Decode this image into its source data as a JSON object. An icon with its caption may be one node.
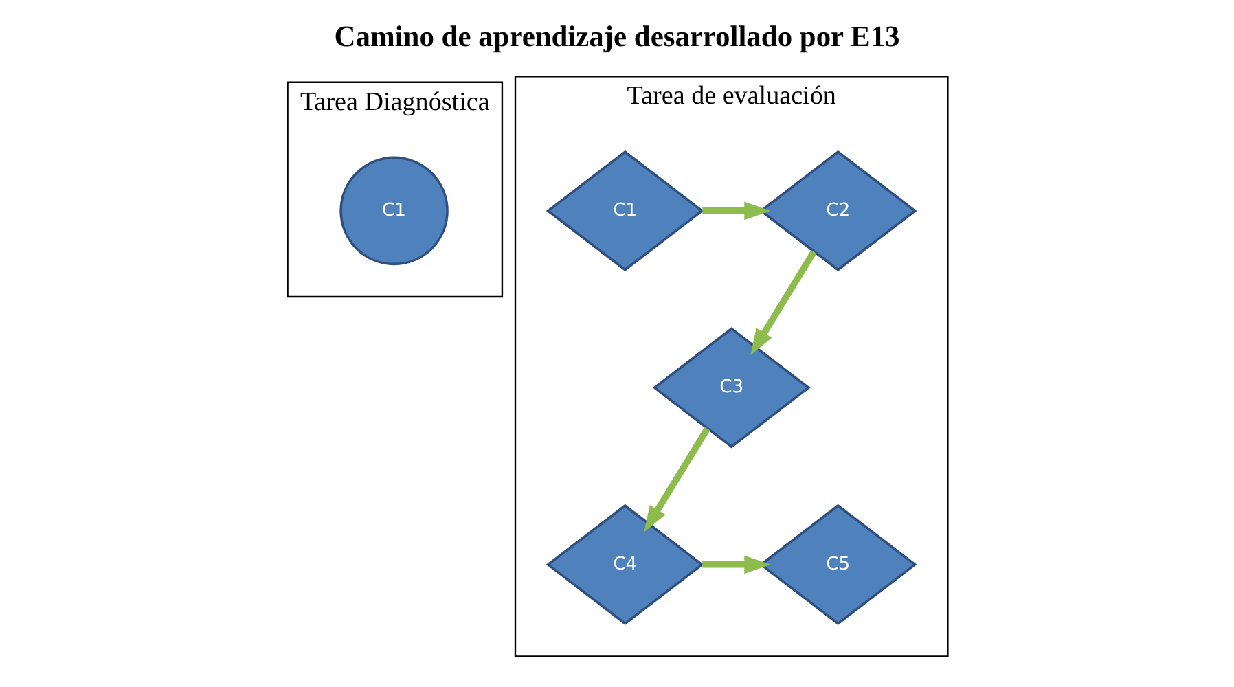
{
  "diagram": {
    "title": "Camino de aprendizaje desarrollado por E13",
    "nodes": [
      {
        "text": [
          "Tarea Diagnóstica"
        ]
      },
      {
        "text": [
          "C1"
        ],
        "in": 0
      },
      {
        "text": [
          "Tarea de evaluación"
        ]
      },
      {
        "text": [
          "C1"
        ],
        "in": 2
      },
      {
        "text": [
          "C2"
        ],
        "in": 2
      },
      {
        "text": [
          "C3"
        ],
        "in": 2
      },
      {
        "text": [
          "C4"
        ],
        "in": 2
      },
      {
        "text": [
          "C5"
        ],
        "in": 2
      }
    ],
    "edges": [
      {
        "from": 3,
        "to": 4,
        "arrow": "to"
      },
      {
        "from": 4,
        "to": 5,
        "arrow": "to"
      },
      {
        "from": 5,
        "to": 6,
        "arrow": "to"
      },
      {
        "from": 6,
        "to": 7,
        "arrow": "to"
      }
    ]
  }
}
